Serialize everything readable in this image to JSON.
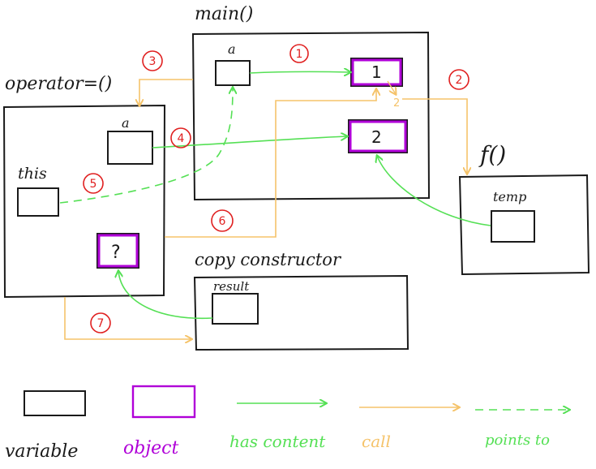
{
  "frames": {
    "main": "main()",
    "operator": "operator=()",
    "f": "f()",
    "copy": "copy constructor"
  },
  "vars": {
    "main_a": "a",
    "op_a": "a",
    "op_this": "this",
    "f_temp": "temp",
    "copy_result": "result"
  },
  "objects": {
    "obj1": "1",
    "obj2": "2",
    "objq": "?"
  },
  "steps": [
    "1",
    "2",
    "3",
    "4",
    "5",
    "6",
    "7"
  ],
  "annotation": "2",
  "legend": {
    "variable": "variable",
    "object": "object",
    "has_content": "has content",
    "call": "call",
    "points_to": "points to"
  },
  "colors": {
    "ink": "#1a1a1a",
    "object": "#b000d8",
    "green": "#55e055",
    "orange": "#f5c36a",
    "red": "#e02020"
  }
}
